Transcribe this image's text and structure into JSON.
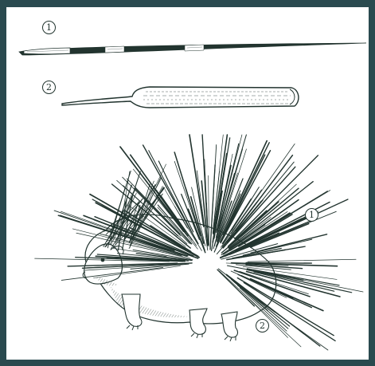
{
  "illustration": {
    "subject": "porcupine-with-quills",
    "style": "pen-and-ink engraving"
  },
  "colors": {
    "frame": "#2a4a4f",
    "paper": "#ffffff",
    "ink": "#22342f"
  },
  "markers": {
    "quill_top": "1",
    "quill_bottom": "2",
    "porcupine_back": "1",
    "porcupine_rump": "2"
  }
}
